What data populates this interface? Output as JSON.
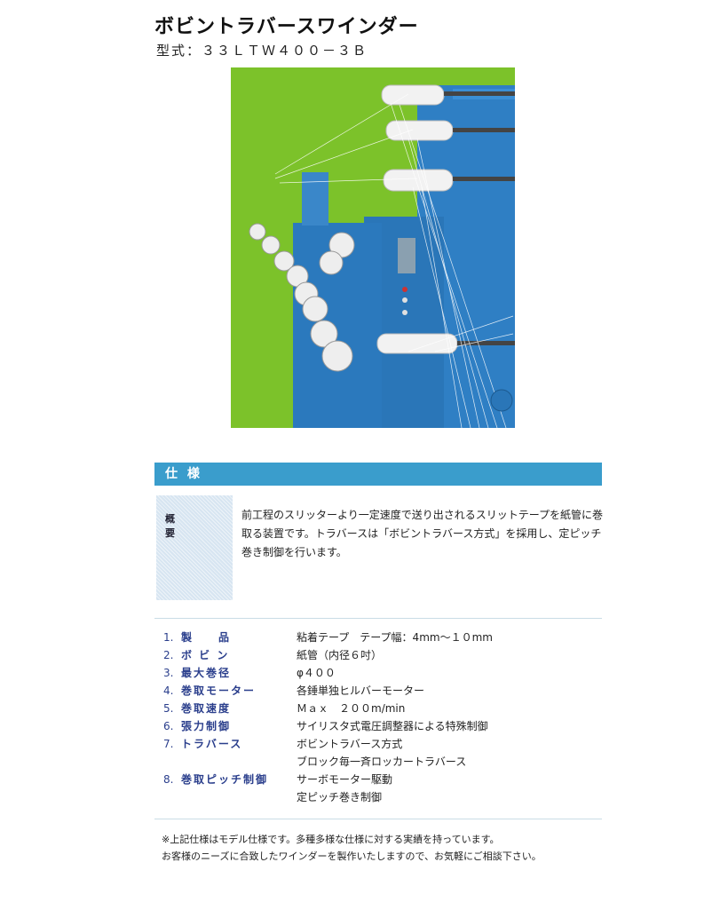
{
  "page": {
    "title": "ボビントラバースワインダー",
    "model": "型式：３３ＬＴＷ４００－３Ｂ"
  },
  "photo": {
    "description_icon": "machine-photo"
  },
  "section": {
    "heading": "仕 様"
  },
  "overview": {
    "label": "概要",
    "text": "前工程のスリッターより一定速度で送り出されるスリットテープを紙管に巻取る装置です。トラバースは「ボビントラバース方式」を採用し、定ピッチ巻き制御を行います。"
  },
  "specs": [
    {
      "num": "1.",
      "label": "製　　品",
      "values": [
        "粘着テープ　テープ幅：4mm〜１０mm"
      ]
    },
    {
      "num": "2.",
      "label": "ボ ビ ン",
      "values": [
        "紙管（内径６吋）"
      ]
    },
    {
      "num": "3.",
      "label": "最大巻径",
      "values": [
        "φ４００"
      ]
    },
    {
      "num": "4.",
      "label": "巻取モーター",
      "values": [
        "各錘単独ヒルバーモーター"
      ]
    },
    {
      "num": "5.",
      "label": "巻取速度",
      "values": [
        "Ｍａｘ　２００m/min"
      ]
    },
    {
      "num": "6.",
      "label": "張力制御",
      "values": [
        "サイリスタ式電圧調整器による特殊制御"
      ]
    },
    {
      "num": "7.",
      "label": "トラバース",
      "values": [
        "ボビントラバース方式",
        "ブロック毎一斉ロッカートラバース"
      ]
    },
    {
      "num": "8.",
      "label": "巻取ピッチ制御",
      "values": [
        "サーボモーター駆動",
        "定ピッチ巻き制御"
      ]
    }
  ],
  "note": {
    "line1": "※上記仕様はモデル仕様です。多種多様な仕様に対する実績を持っています。",
    "line2": "お客様のニーズに合致したワインダーを製作いたしますので、お気軽にご相談下さい。"
  },
  "colors": {
    "section_bar": "#3a9dcc",
    "label_text": "#2a3e8c",
    "photo_background": "#7cc22a",
    "machine_blue": "#2f7fc4"
  }
}
